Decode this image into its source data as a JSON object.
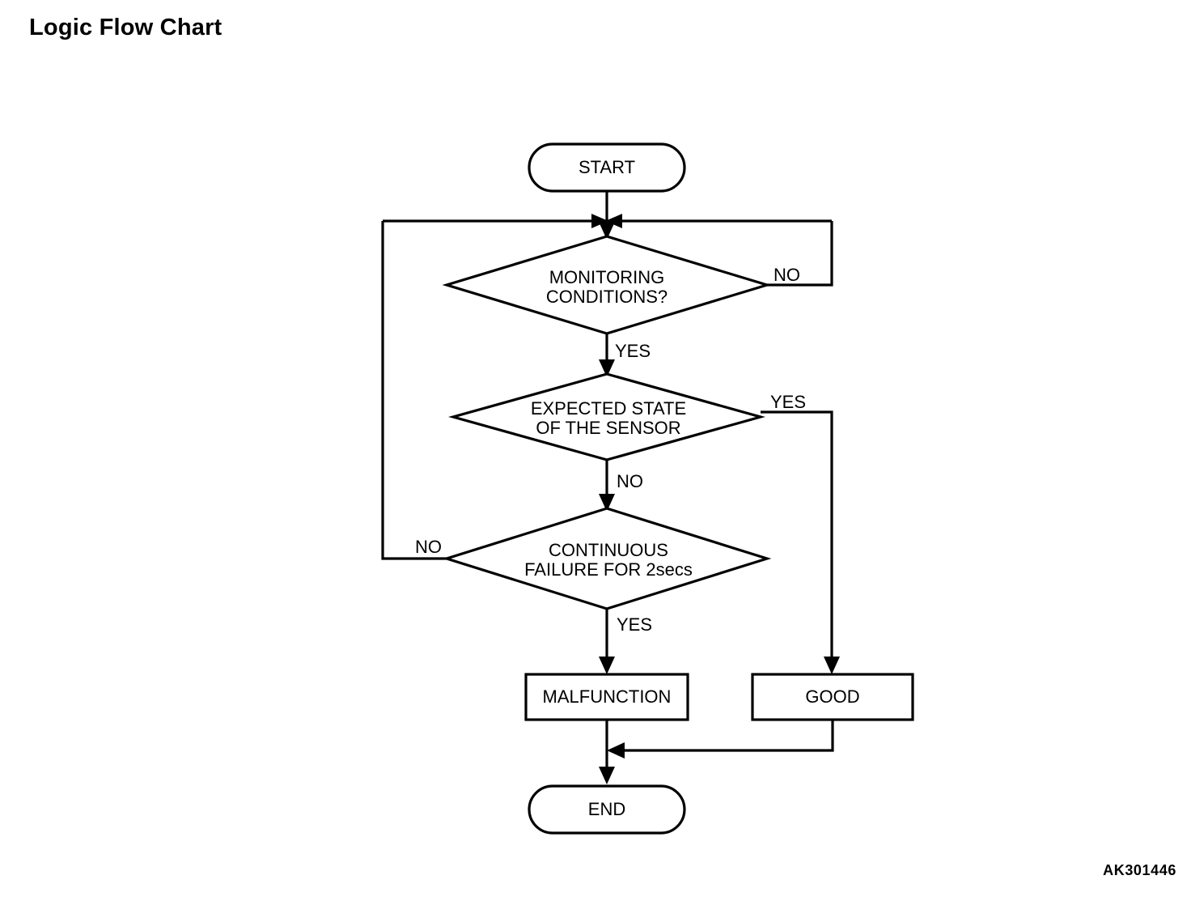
{
  "page": {
    "title": "Logic Flow Chart",
    "figure_code": "AK301446",
    "background_color": "#ffffff",
    "line_color": "#000000"
  },
  "chart_data": {
    "type": "diagram",
    "diagram_kind": "flowchart",
    "title": "Logic Flow Chart",
    "nodes": [
      {
        "id": "start",
        "shape": "stadium",
        "label": "START"
      },
      {
        "id": "monitoring",
        "shape": "diamond",
        "label_line1": "MONITORING",
        "label_line2": "CONDITIONS?"
      },
      {
        "id": "expected",
        "shape": "diamond",
        "label_line1": "EXPECTED STATE",
        "label_line2": "OF THE SENSOR"
      },
      {
        "id": "continuous",
        "shape": "diamond",
        "label_line1": "CONTINUOUS",
        "label_line2": "FAILURE FOR 2secs"
      },
      {
        "id": "malfunction",
        "shape": "rect",
        "label": "MALFUNCTION"
      },
      {
        "id": "good",
        "shape": "rect",
        "label": "GOOD"
      },
      {
        "id": "end",
        "shape": "stadium",
        "label": "END"
      }
    ],
    "edges": [
      {
        "from": "start",
        "to": "monitoring",
        "label": ""
      },
      {
        "from": "monitoring",
        "to": "monitoring",
        "label": "NO",
        "direction": "right-loop-back"
      },
      {
        "from": "monitoring",
        "to": "expected",
        "label": "YES",
        "direction": "down"
      },
      {
        "from": "expected",
        "to": "good",
        "label": "YES",
        "direction": "right-then-down"
      },
      {
        "from": "expected",
        "to": "continuous",
        "label": "NO",
        "direction": "down"
      },
      {
        "from": "continuous",
        "to": "monitoring",
        "label": "NO",
        "direction": "left-loop-back"
      },
      {
        "from": "continuous",
        "to": "malfunction",
        "label": "YES",
        "direction": "down"
      },
      {
        "from": "malfunction",
        "to": "end",
        "label": "",
        "direction": "down"
      },
      {
        "from": "good",
        "to": "end",
        "label": "",
        "direction": "down-then-left"
      }
    ]
  },
  "nodes": {
    "start": {
      "label": "START"
    },
    "monitoring": {
      "line1": "MONITORING",
      "line2": "CONDITIONS?"
    },
    "expected": {
      "line1": "EXPECTED STATE",
      "line2": "OF THE SENSOR"
    },
    "continuous": {
      "line1": "CONTINUOUS",
      "line2": "FAILURE FOR 2secs"
    },
    "malfunction": {
      "label": "MALFUNCTION"
    },
    "good": {
      "label": "GOOD"
    },
    "end": {
      "label": "END"
    }
  },
  "edge_labels": {
    "monitoring_no": "NO",
    "monitoring_yes": "YES",
    "expected_yes": "YES",
    "expected_no": "NO",
    "continuous_no": "NO",
    "continuous_yes": "YES"
  }
}
